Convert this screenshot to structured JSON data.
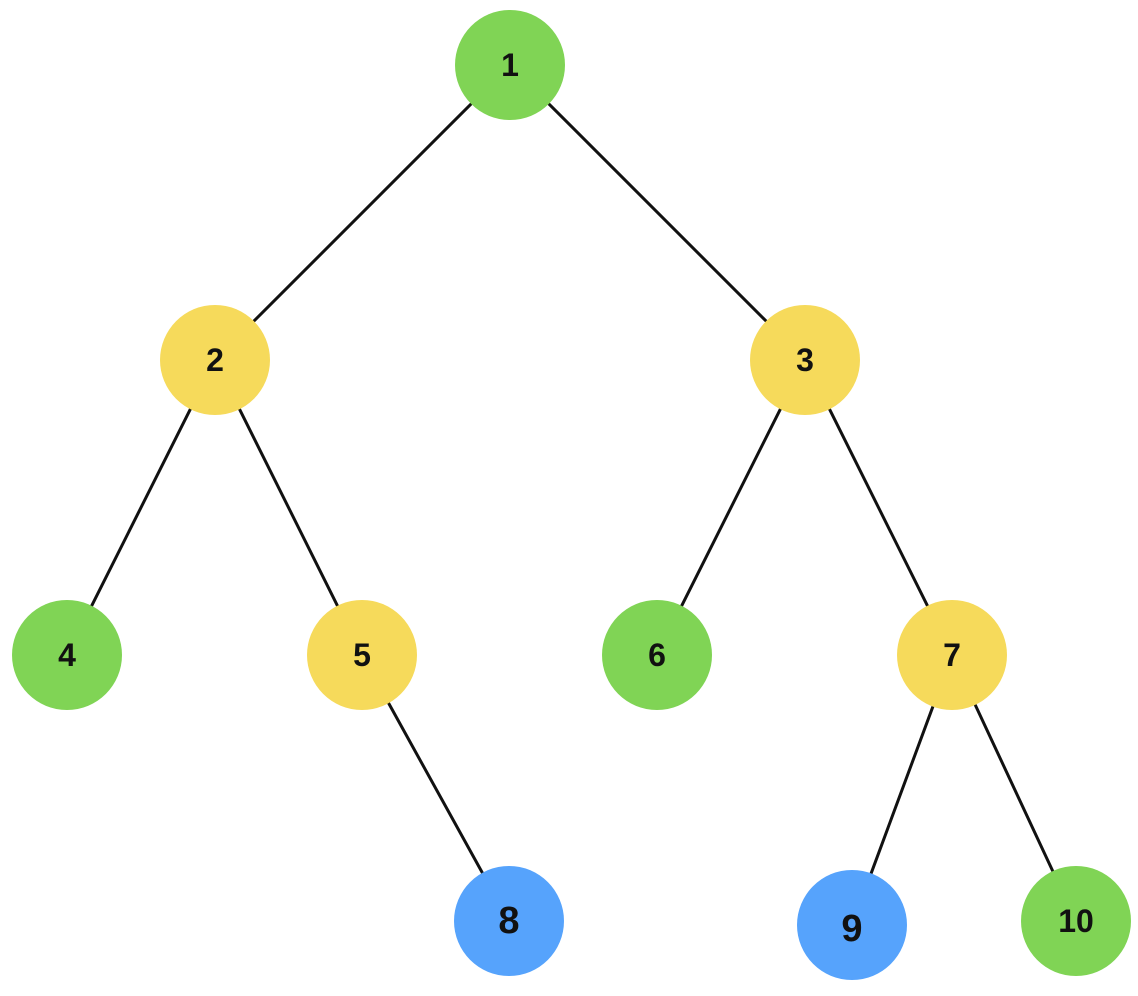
{
  "colors": {
    "green": "#80D455",
    "yellow": "#F6DA5B",
    "blue": "#56A3FC",
    "edge": "#111111"
  },
  "tree": {
    "nodes": [
      {
        "id": "n1",
        "label": "1",
        "color": "green"
      },
      {
        "id": "n2",
        "label": "2",
        "color": "yellow"
      },
      {
        "id": "n3",
        "label": "3",
        "color": "yellow"
      },
      {
        "id": "n4",
        "label": "4",
        "color": "green"
      },
      {
        "id": "n5",
        "label": "5",
        "color": "yellow"
      },
      {
        "id": "n6",
        "label": "6",
        "color": "green"
      },
      {
        "id": "n7",
        "label": "7",
        "color": "yellow"
      },
      {
        "id": "n8",
        "label": "8",
        "color": "blue"
      },
      {
        "id": "n9",
        "label": "9",
        "color": "blue"
      },
      {
        "id": "n10",
        "label": "10",
        "color": "green"
      }
    ],
    "edges": [
      {
        "from": "n1",
        "to": "n2"
      },
      {
        "from": "n1",
        "to": "n3"
      },
      {
        "from": "n2",
        "to": "n4"
      },
      {
        "from": "n2",
        "to": "n5"
      },
      {
        "from": "n3",
        "to": "n6"
      },
      {
        "from": "n3",
        "to": "n7"
      },
      {
        "from": "n5",
        "to": "n8"
      },
      {
        "from": "n7",
        "to": "n9"
      },
      {
        "from": "n7",
        "to": "n10"
      }
    ]
  }
}
